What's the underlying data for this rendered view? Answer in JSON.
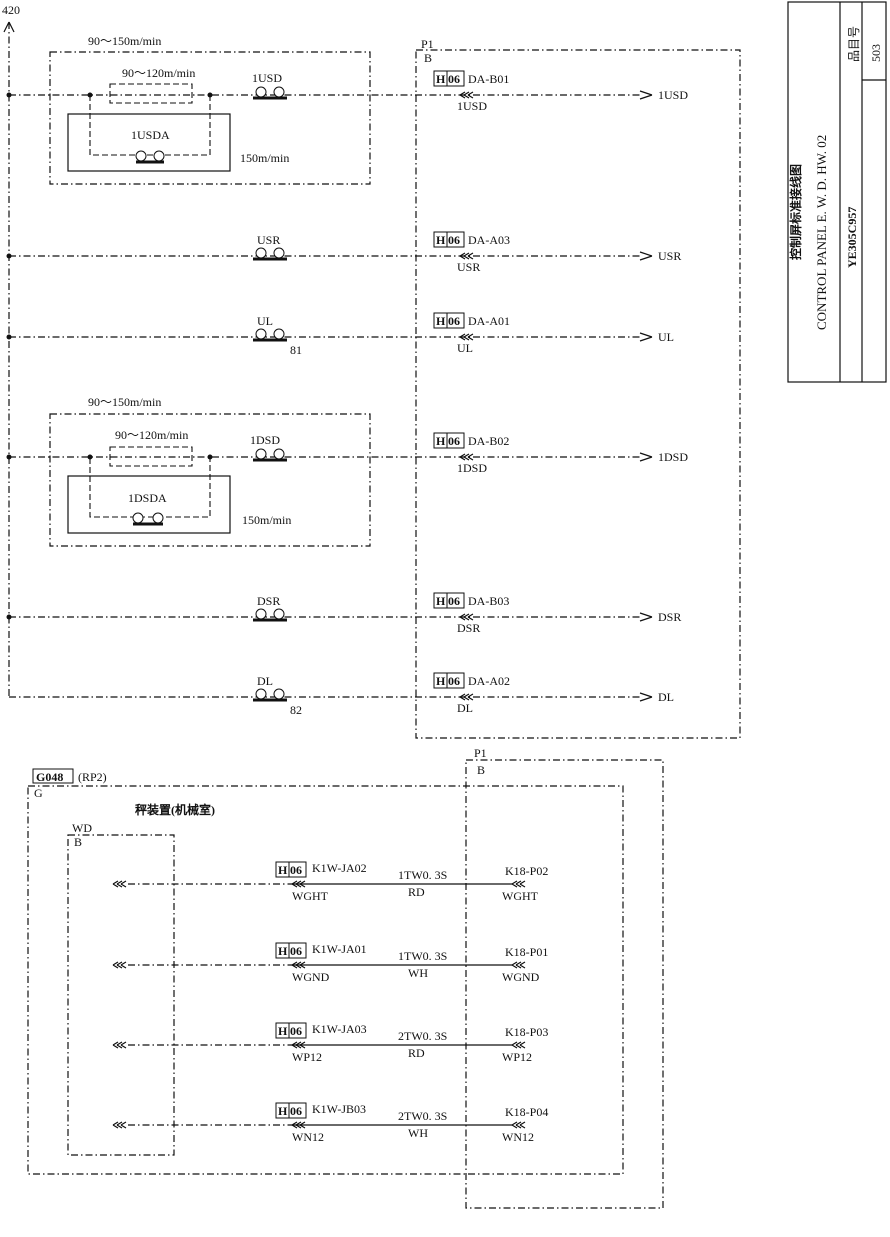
{
  "top_ref": "420",
  "title_block": {
    "title_cn": "控制屏标准接线图",
    "title_en": "CONTROL PANEL E. W. D. HW. 02",
    "code": "YE305C957",
    "item_label": "品目号",
    "item_no": "503"
  },
  "upper_panel": {
    "box_label": "P1",
    "box_sub": "B",
    "group1": {
      "outer_speed": "90～150m/min",
      "inner_speed": "90～120m/min",
      "main_label": "1USD",
      "sub_label": "1USDA",
      "sub_speed": "150m/min"
    },
    "group2": {
      "outer_speed": "90～150m/min",
      "inner_speed": "90～120m/min",
      "main_label": "1DSD",
      "sub_label": "1DSDA",
      "sub_speed": "150m/min"
    },
    "rows": [
      {
        "device": "1USD",
        "conn_box1": "H",
        "conn_box2": "06",
        "conn": "DA-B01",
        "pin": "1USD",
        "out": "1USD",
        "num": ""
      },
      {
        "device": "USR",
        "conn_box1": "H",
        "conn_box2": "06",
        "conn": "DA-A03",
        "pin": "USR",
        "out": "USR",
        "num": ""
      },
      {
        "device": "UL",
        "conn_box1": "H",
        "conn_box2": "06",
        "conn": "DA-A01",
        "pin": "UL",
        "out": "UL",
        "num": "81"
      },
      {
        "device": "1DSD",
        "conn_box1": "H",
        "conn_box2": "06",
        "conn": "DA-B02",
        "pin": "1DSD",
        "out": "1DSD",
        "num": ""
      },
      {
        "device": "DSR",
        "conn_box1": "H",
        "conn_box2": "06",
        "conn": "DA-B03",
        "pin": "DSR",
        "out": "DSR",
        "num": ""
      },
      {
        "device": "DL",
        "conn_box1": "H",
        "conn_box2": "06",
        "conn": "DA-A02",
        "pin": "DL",
        "out": "DL",
        "num": "82"
      }
    ]
  },
  "lower_panel": {
    "tag": "G048",
    "tag_suffix": "(RP2)",
    "g_label": "G",
    "p1_label": "P1",
    "p1_sub": "B",
    "title_cn": "秤装置(机械室)",
    "wd_label": "WD",
    "wd_sub": "B",
    "rows": [
      {
        "conn_box1": "H",
        "conn_box2": "06",
        "conn": "K1W-JA02",
        "pin": "WGHT",
        "cable": "1TW0. 3S",
        "color": "RD",
        "right_conn": "K18-P02",
        "right_pin": "WGHT"
      },
      {
        "conn_box1": "H",
        "conn_box2": "06",
        "conn": "K1W-JA01",
        "pin": "WGND",
        "cable": "1TW0. 3S",
        "color": "WH",
        "right_conn": "K18-P01",
        "right_pin": "WGND"
      },
      {
        "conn_box1": "H",
        "conn_box2": "06",
        "conn": "K1W-JA03",
        "pin": "WP12",
        "cable": "2TW0. 3S",
        "color": "RD",
        "right_conn": "K18-P03",
        "right_pin": "WP12"
      },
      {
        "conn_box1": "H",
        "conn_box2": "06",
        "conn": "K1W-JB03",
        "pin": "WN12",
        "cable": "2TW0. 3S",
        "color": "WH",
        "right_conn": "K18-P04",
        "right_pin": "WN12"
      }
    ]
  }
}
